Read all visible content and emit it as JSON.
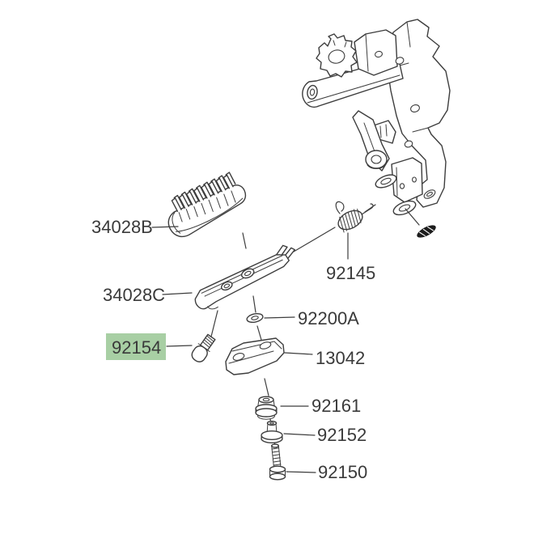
{
  "colors": {
    "background": "#ffffff",
    "line": "#3d3d3d",
    "text": "#3a3a3a",
    "highlight": "#a8cfa4",
    "pin_fill": "#1d1d1d"
  },
  "diagram": {
    "type": "exploded-parts-diagram",
    "labels": [
      {
        "part_no": "34028B",
        "text": "34028B",
        "highlighted": false
      },
      {
        "part_no": "34028C",
        "text": "34028C",
        "highlighted": false
      },
      {
        "part_no": "92154",
        "text": "92154",
        "highlighted": true
      },
      {
        "part_no": "92145",
        "text": "92145",
        "highlighted": false
      },
      {
        "part_no": "92200A",
        "text": "92200A",
        "highlighted": false
      },
      {
        "part_no": "13042",
        "text": "13042",
        "highlighted": false
      },
      {
        "part_no": "92161",
        "text": "92161",
        "highlighted": false
      },
      {
        "part_no": "92152",
        "text": "92152",
        "highlighted": false
      },
      {
        "part_no": "92150",
        "text": "92150",
        "highlighted": false
      }
    ]
  }
}
